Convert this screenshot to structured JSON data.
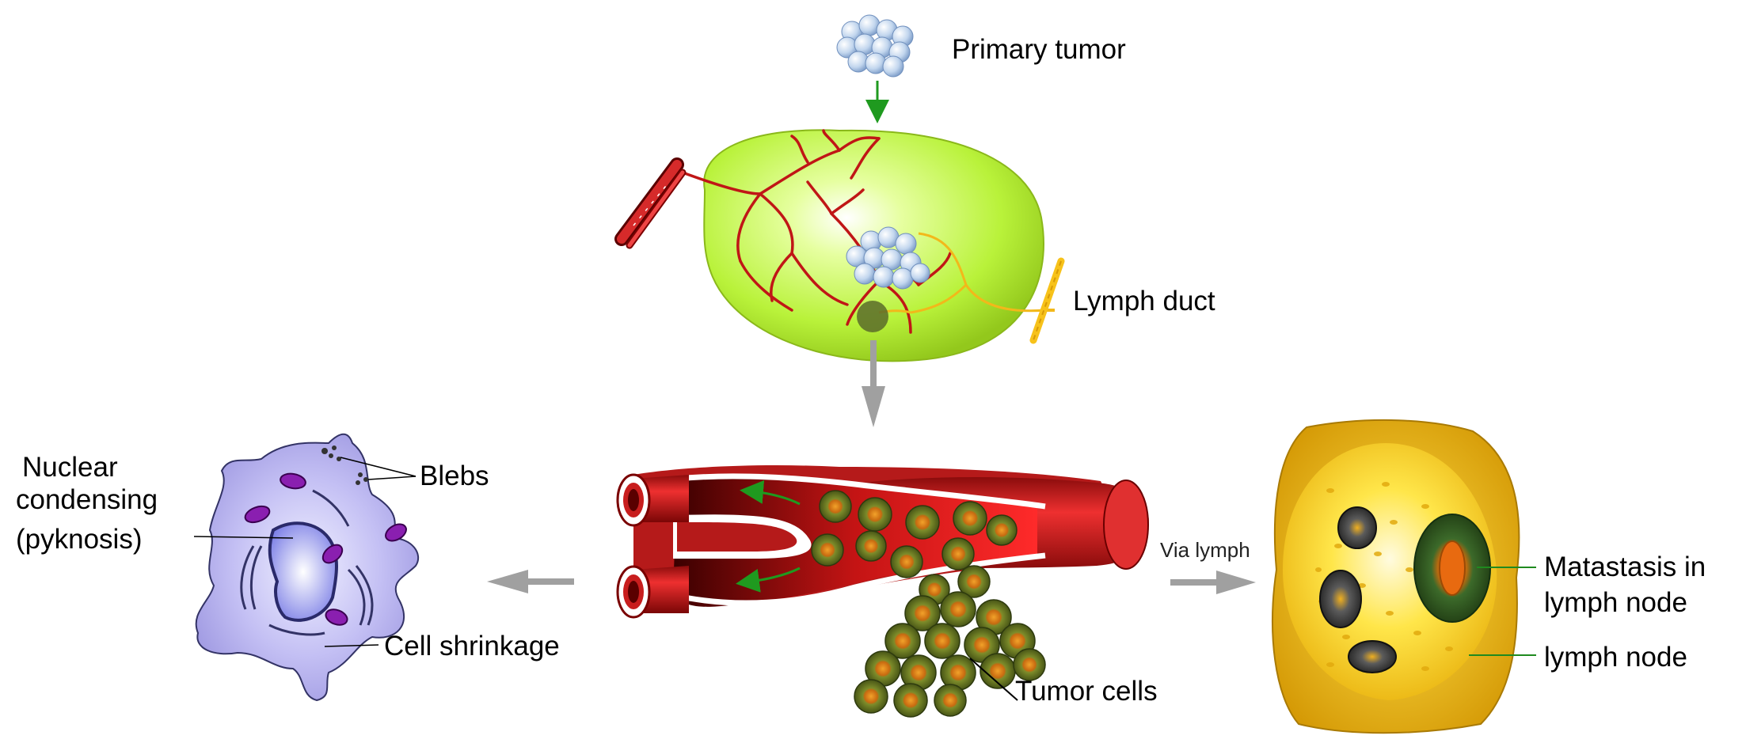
{
  "labels": {
    "primary_tumor": "Primary tumor",
    "lymph_duct": "Lymph duct",
    "nuclear_line1": "Nuclear",
    "nuclear_line2": "condensing",
    "nuclear_line3": "(pyknosis)",
    "blebs": "Blebs",
    "cell_shrinkage": "Cell shrinkage",
    "via_lymph": "Via lymph",
    "metastasis_line1": "Matastasis in",
    "metastasis_line2": "lymph node",
    "lymph_node": "lymph node",
    "tumor_cells": "Tumor cells"
  },
  "colors": {
    "tumor_mass": "#b9ff3a",
    "vessel_red": "#d42020",
    "lymph_yellow": "#f2c21a",
    "apoptotic_cell": "#b8b4f0",
    "mitochondria": "#8a1fb0",
    "tumor_cell_body": "#5f7a1a",
    "tumor_cell_core": "#e0871e",
    "green_arrow": "#1f9a1f",
    "gray_arrow": "#a0a0a0"
  }
}
